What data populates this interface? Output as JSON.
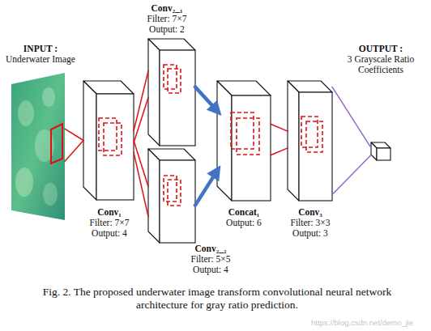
{
  "diagram": {
    "caption": "Fig. 2. The proposed underwater image transform convolutional neural network architecture for gray ratio prediction.",
    "nodes": [
      {
        "text": [
          "INPUT :",
          "Underwater Image"
        ]
      },
      {
        "text": [
          "Conv₁",
          "Filter: 7×7",
          "Output: 4"
        ]
      },
      {
        "text": [
          "Conv₂_₁",
          "Filter: 7×7",
          "Output: 2"
        ]
      },
      {
        "text": [
          "Conv₂_₂",
          "Filter: 5×5",
          "Output: 4"
        ]
      },
      {
        "text": [
          "Concat₁",
          "Output: 6"
        ]
      },
      {
        "text": [
          "Conv₃",
          "Filter: 3×3",
          "Output: 3"
        ]
      },
      {
        "text": [
          "OUTPUT :",
          "3 Grayscale Ratio Coefficients"
        ]
      }
    ],
    "edges": [
      {
        "from": 0,
        "to": 1,
        "arrow": "none"
      },
      {
        "from": 1,
        "to": 2,
        "arrow": "none"
      },
      {
        "from": 1,
        "to": 3,
        "arrow": "none"
      },
      {
        "from": 2,
        "to": 4,
        "arrow": "to"
      },
      {
        "from": 3,
        "to": 4,
        "arrow": "to"
      },
      {
        "from": 4,
        "to": 5,
        "arrow": "none"
      },
      {
        "from": 5,
        "to": 6,
        "arrow": "none"
      }
    ],
    "labels": [
      "https://blog.csdn.net/demo_jie"
    ]
  }
}
